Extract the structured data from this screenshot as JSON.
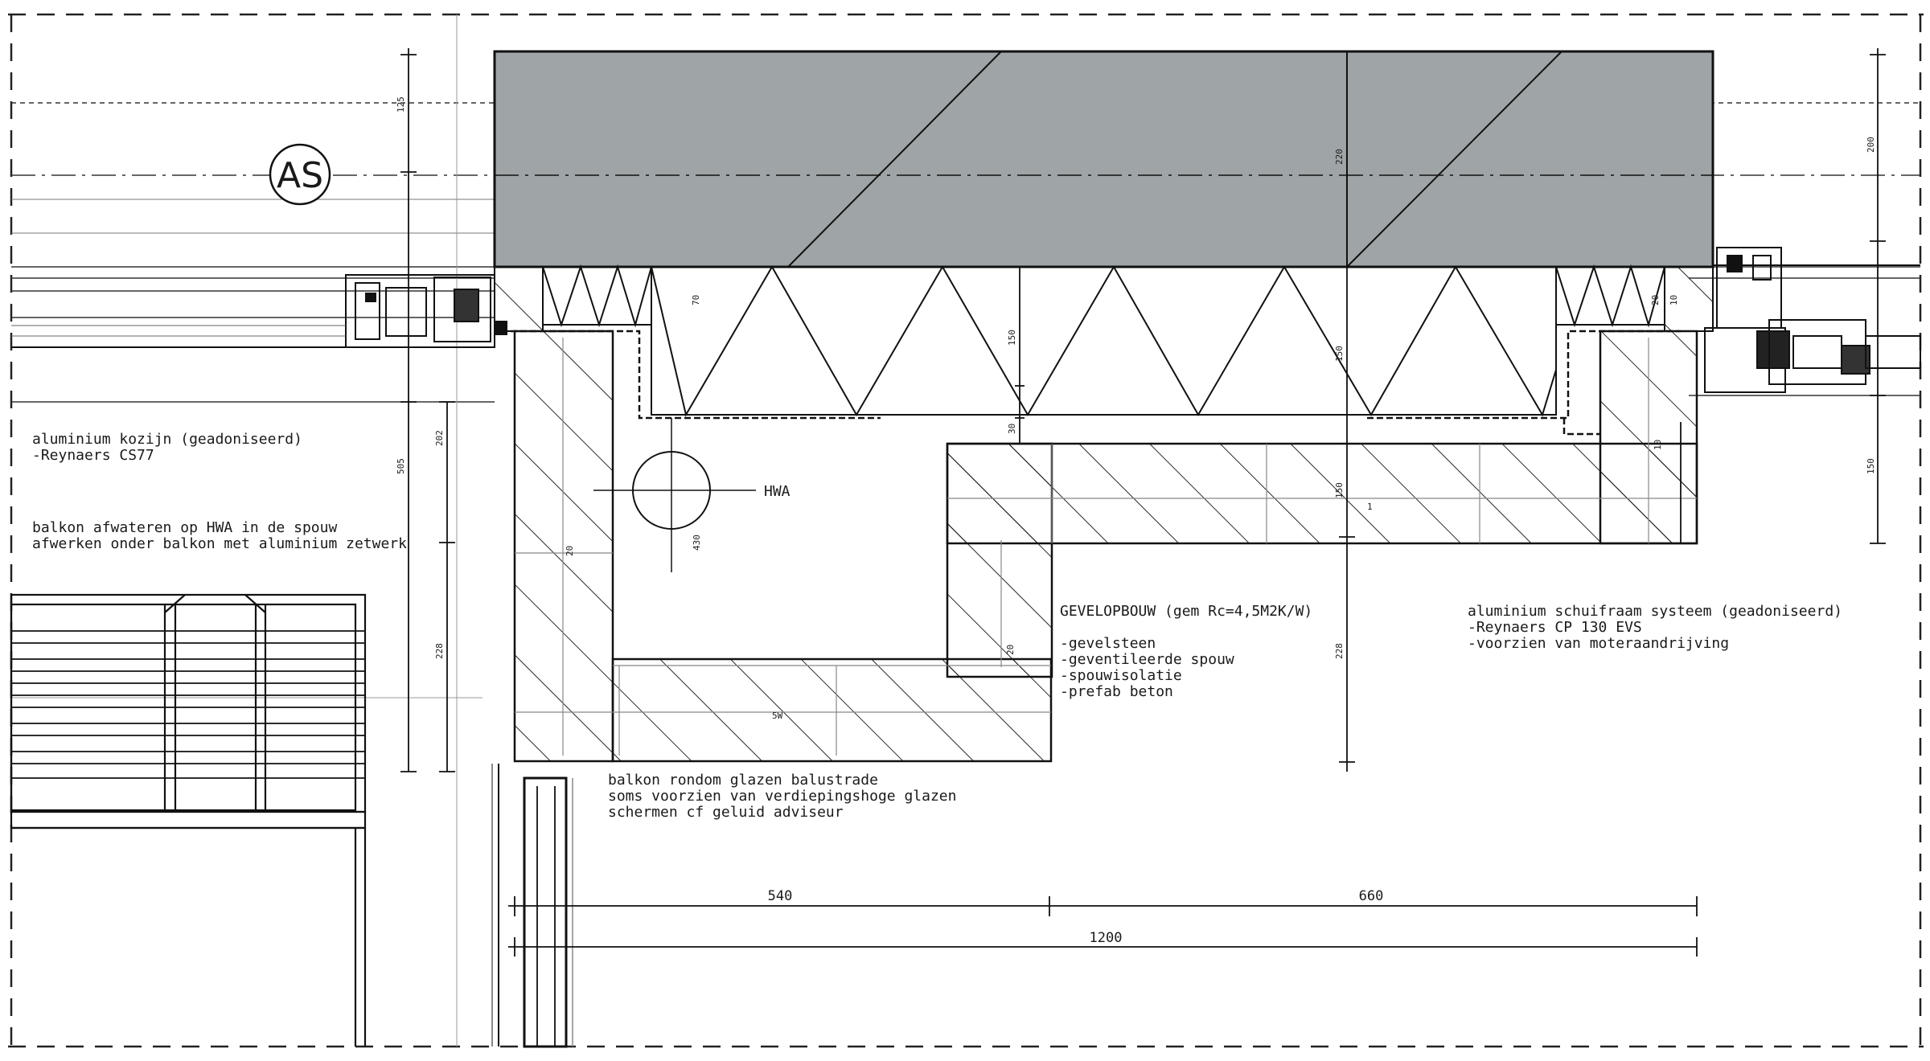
{
  "colors": {
    "ink": "#111111",
    "concrete": "#9fa4a6",
    "background": "#ffffff",
    "grid": "#555555",
    "glass": "#8a8a8a"
  },
  "axis": {
    "label": "AS"
  },
  "drain": {
    "label": "HWA"
  },
  "notes": {
    "frame": [
      "aluminium kozijn (geadoniseerd)",
      "-Reynaers CS77"
    ],
    "drainage": [
      "balkon afwateren op HWA in de spouw",
      "afwerken onder balkon met aluminium zetwerk"
    ],
    "facade": [
      "GEVELOPBOUW (gem Rc=4,5M2K/W)",
      "-gevelsteen",
      "-geventileerde spouw",
      "-spouwisolatie",
      "-prefab beton"
    ],
    "sliding": [
      "aluminium schuifraam systeem (geadoniseerd)",
      "-Reynaers CP 130 EVS",
      "-voorzien van moteraandrijving"
    ],
    "balustrade": [
      "balkon rondom glazen balustrade",
      "soms voorzien van verdiepingshoge glazen",
      "schermen cf geluid adviseur"
    ]
  },
  "dimensions": {
    "bottom": [
      "540",
      "660",
      "1200"
    ],
    "left": [
      "125",
      "505",
      "202",
      "228"
    ],
    "middle": [
      "220",
      "70",
      "150",
      "30",
      "430",
      "150",
      "150",
      "228"
    ],
    "right": [
      "200",
      "150"
    ],
    "small": [
      "20",
      "20",
      "10",
      "10",
      "1",
      "5W",
      "20"
    ]
  }
}
